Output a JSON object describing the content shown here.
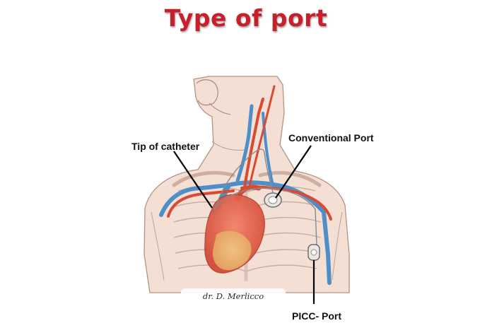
{
  "title": "Type of port",
  "labels": {
    "tip_of_catheter": "Tip of catheter",
    "conventional_port": "Conventional Port",
    "picc_port": "PICC- Port"
  },
  "watermark": "dr. D. Merlicco",
  "colors": {
    "title": "#c8202a",
    "skin": "#f2ddd2",
    "outline": "#a88878",
    "artery": "#d94a33",
    "vein": "#4f8fc7",
    "heart": "#e8574a"
  }
}
